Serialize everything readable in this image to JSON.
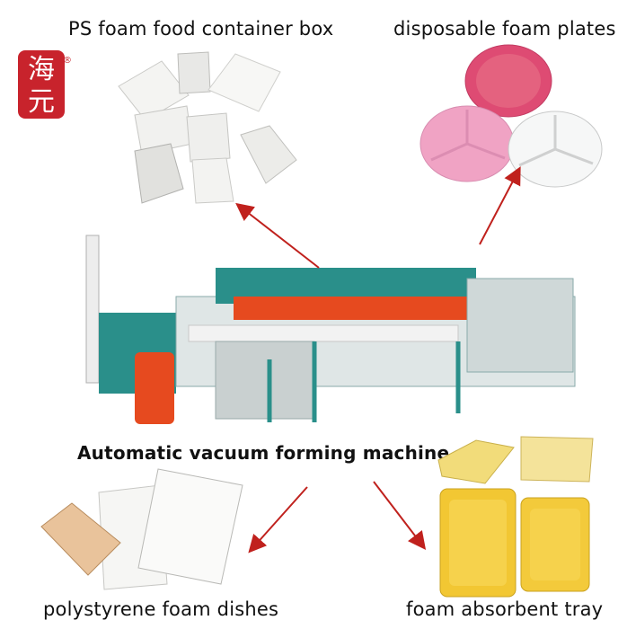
{
  "labels": {
    "top_left": "PS foam food container box",
    "top_right": "disposable foam plates",
    "center": "Automatic vacuum forming machine",
    "bottom_left": "polystyrene foam dishes",
    "bottom_right": "foam absorbent tray"
  },
  "logo": {
    "chars": "海元",
    "registered": "®"
  },
  "colors": {
    "arrow": "#c0211d",
    "machine_teal": "#2a8f8a",
    "machine_red": "#e64a1f",
    "tray_yellow": "#f2c733",
    "plate_pink": "#e87fa8"
  }
}
